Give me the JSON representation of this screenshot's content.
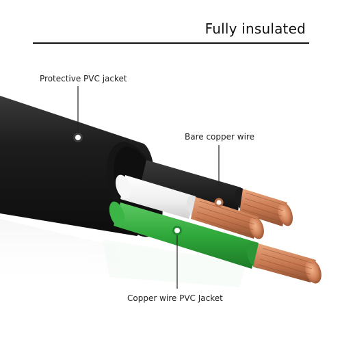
{
  "header": {
    "title": "Fully insulated"
  },
  "callouts": {
    "jacket": "Protective PVC jacket",
    "bare_copper": "Bare copper wire",
    "copper_pvc": "Copper wire PVC Jacket"
  },
  "colors": {
    "outer_jacket": "#1b1b1b",
    "black_wire": "#202020",
    "white_wire": "#f3f3f3",
    "green_wire": "#2eac3b",
    "copper": "#d98a62",
    "rule": "#111111"
  }
}
